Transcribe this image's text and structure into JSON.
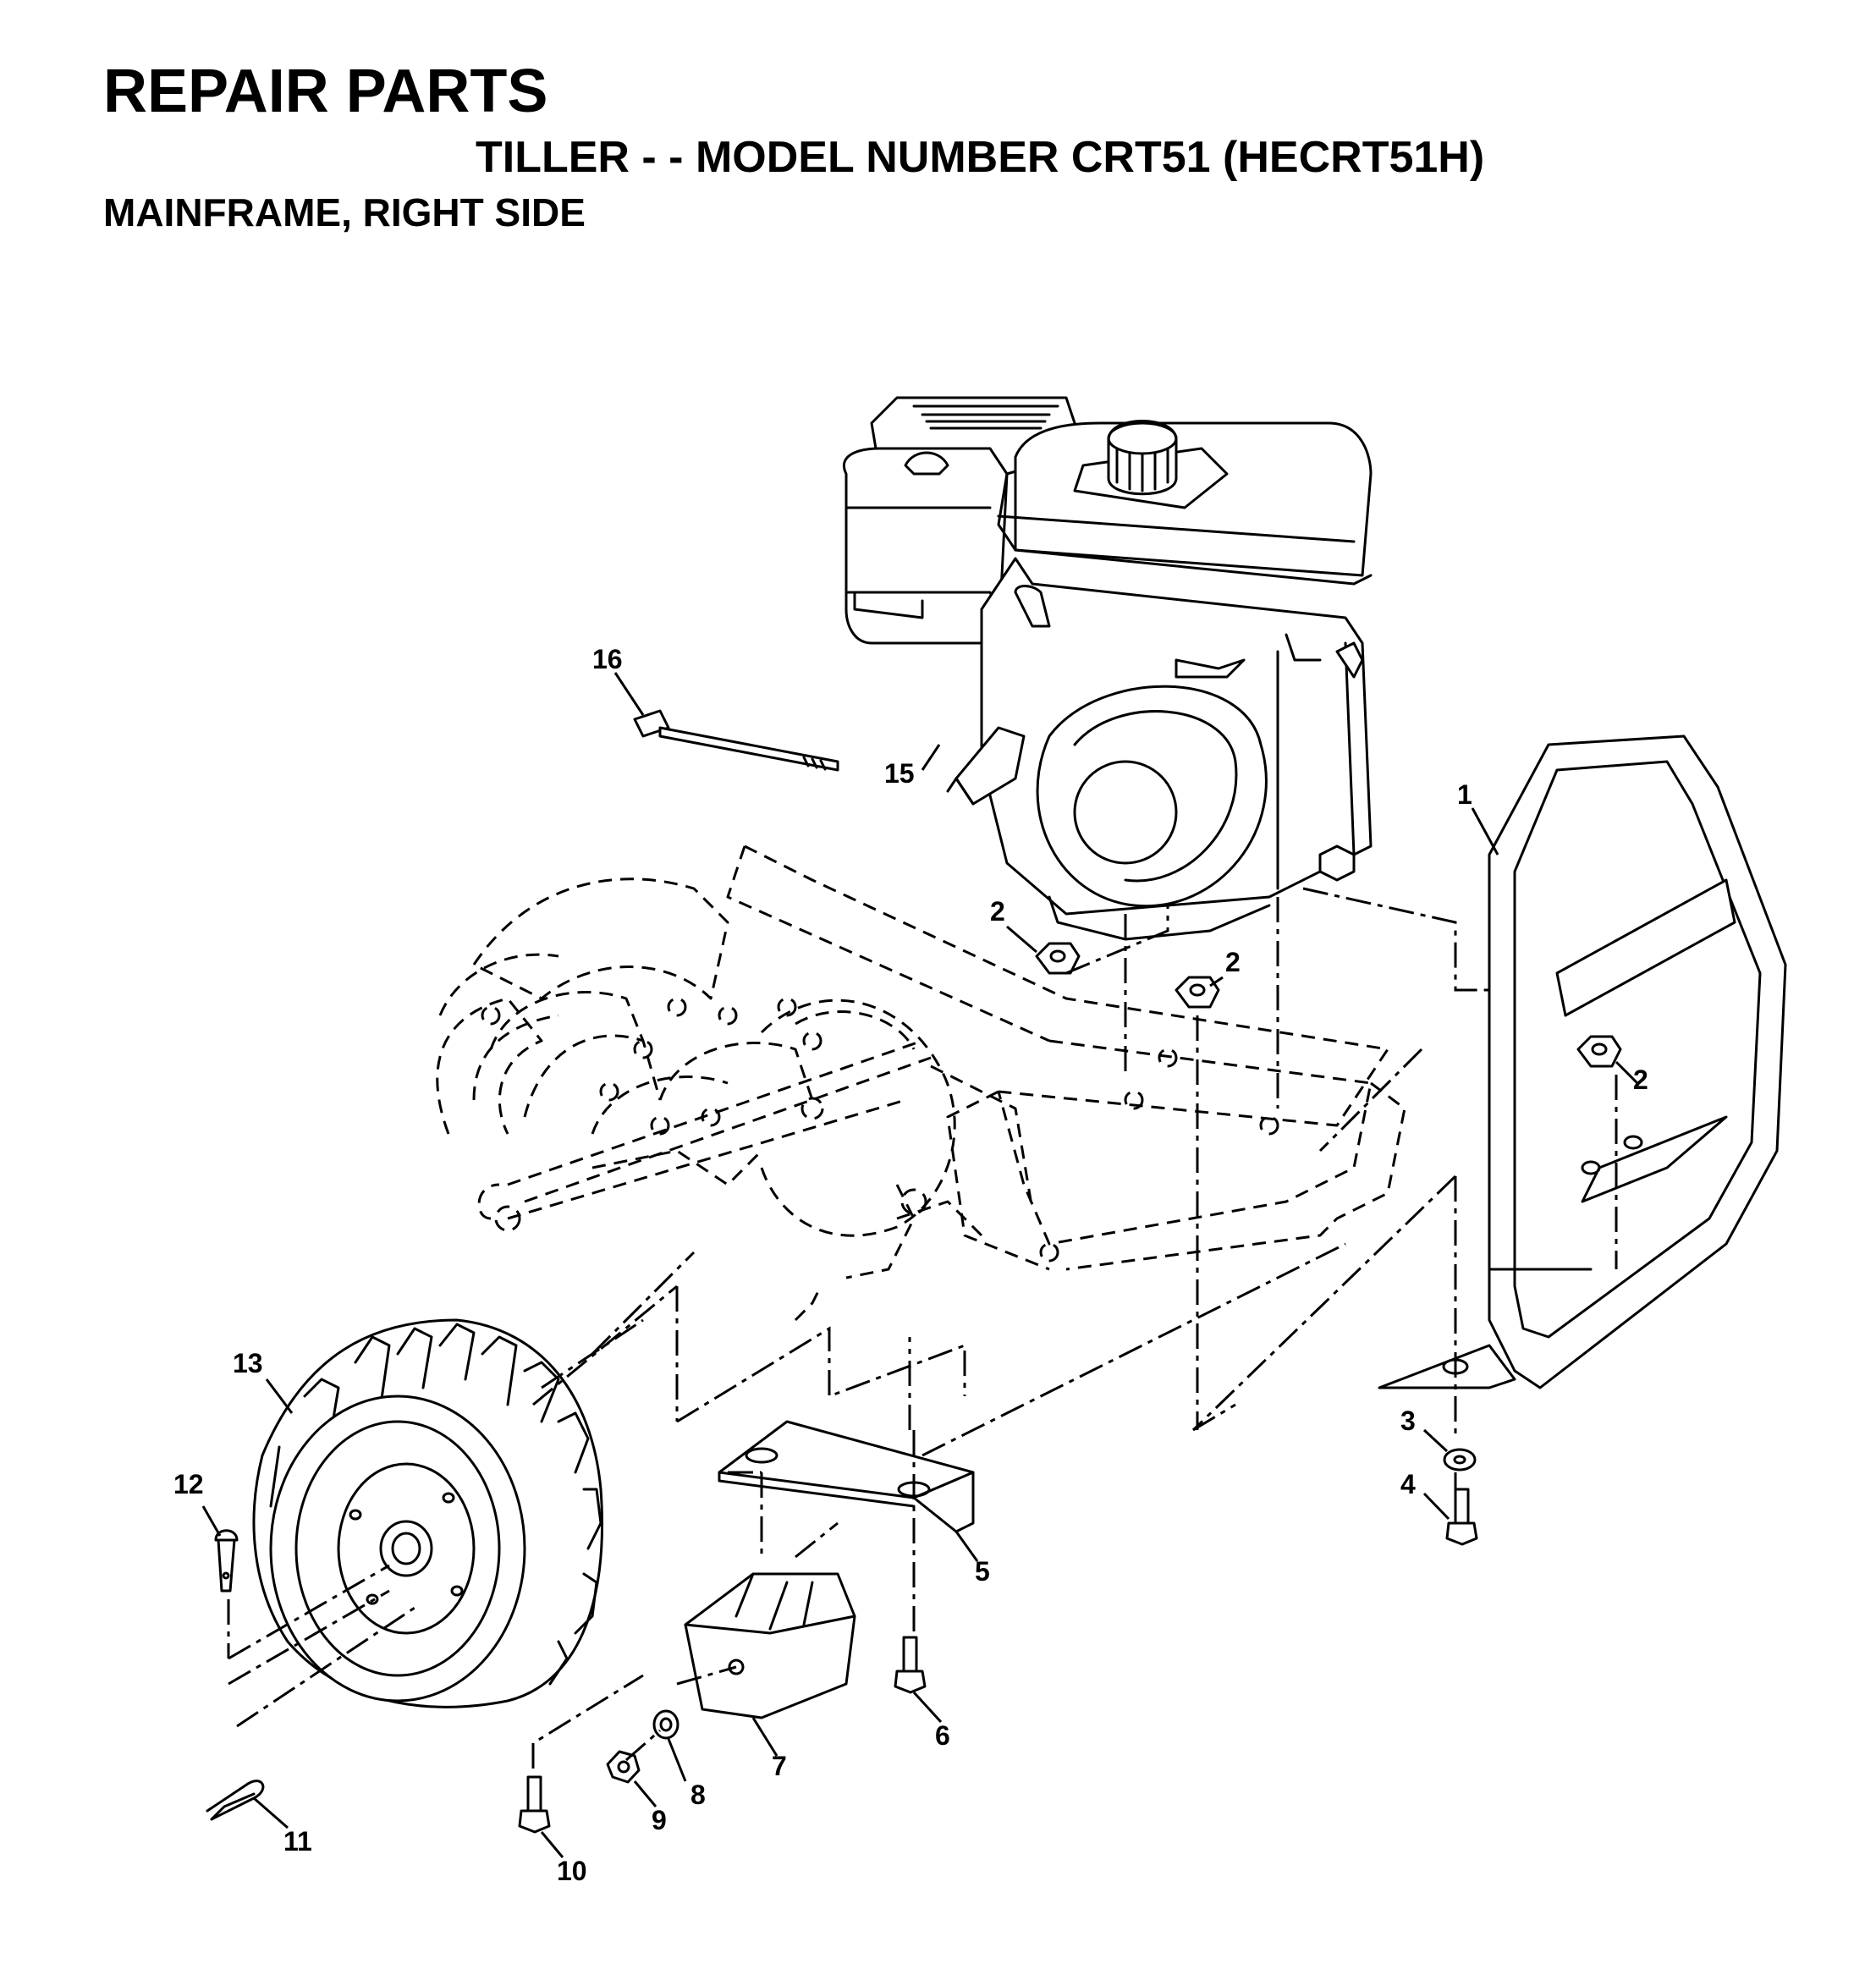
{
  "header": {
    "title": "REPAIR PARTS",
    "subtitle": "TILLER - - MODEL NUMBER CRT51 (HECRT51H)",
    "section": "MAINFRAME, RIGHT SIDE"
  },
  "callouts": {
    "c1": "1",
    "c2a": "2",
    "c2b": "2",
    "c2c": "2",
    "c3": "3",
    "c4": "4",
    "c5": "5",
    "c6": "6",
    "c7": "7",
    "c8": "8",
    "c9": "9",
    "c10": "10",
    "c11": "11",
    "c12": "12",
    "c13": "13",
    "c15": "15",
    "c16": "16"
  }
}
